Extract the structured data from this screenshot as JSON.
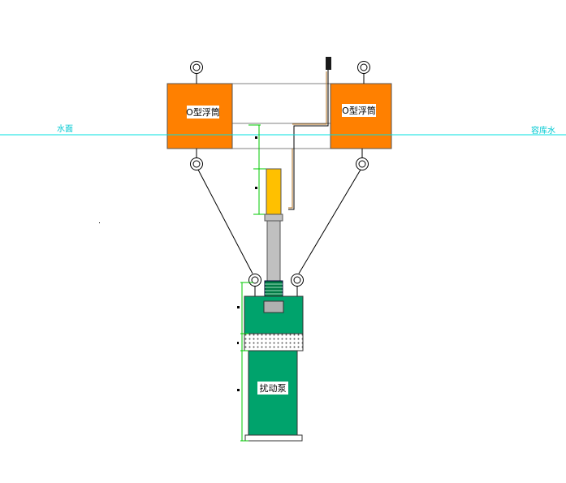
{
  "labels": {
    "float_left": "O型浮筒",
    "float_right": "O型浮筒",
    "pump": "扰动泵",
    "water_surface_left": "水面",
    "water_surface_right": "容库水"
  },
  "colors": {
    "float": "#ff8000",
    "pump": "#00a36c",
    "water_line": "#00e0e0",
    "dimension": "#00c800",
    "pipe": "#c0c0c0",
    "valve": "#ffc000",
    "frame": "#808080"
  },
  "icons": {
    "lifting_eye": "ring-icon",
    "vent": "black-post-icon"
  }
}
